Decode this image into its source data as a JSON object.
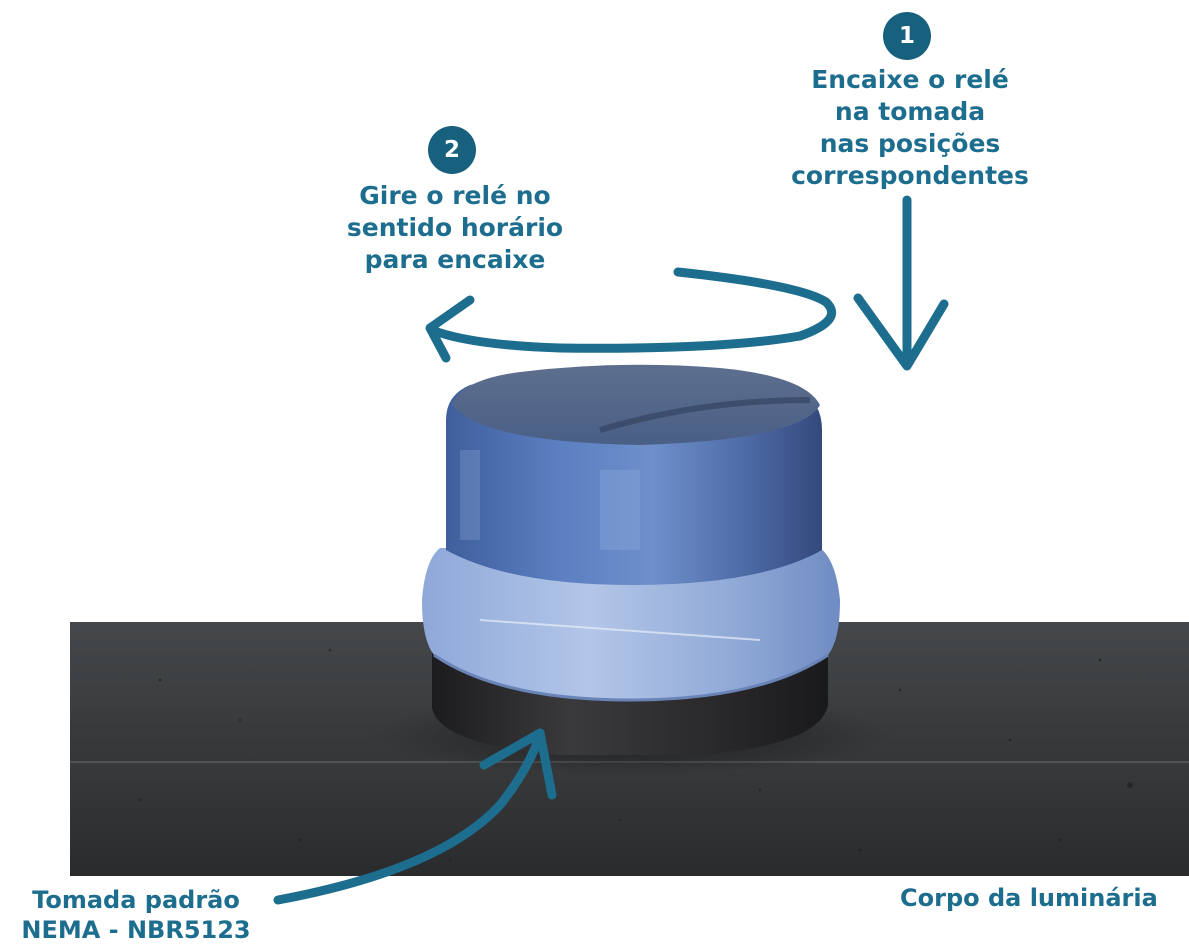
{
  "steps": {
    "step1": {
      "number": "1",
      "line1": "Encaixe o relé",
      "line2": "na tomada",
      "line3": "nas posições",
      "line4": "correspondentes"
    },
    "step2": {
      "number": "2",
      "line1": "Gire o relé no",
      "line2": "sentido horário",
      "line3": "para encaixe"
    }
  },
  "labels": {
    "socket_line1": "Tomada padrão",
    "socket_line2": "NEMA - NBR5123",
    "body": "Corpo da luminária"
  },
  "colors": {
    "accent": "#1d6d8f",
    "badge": "#17607e",
    "slab_top": "#3a3c3e",
    "slab_front": "#2f3133",
    "relay_cap": "#4f6fae",
    "relay_base": "#2b2b2d"
  }
}
